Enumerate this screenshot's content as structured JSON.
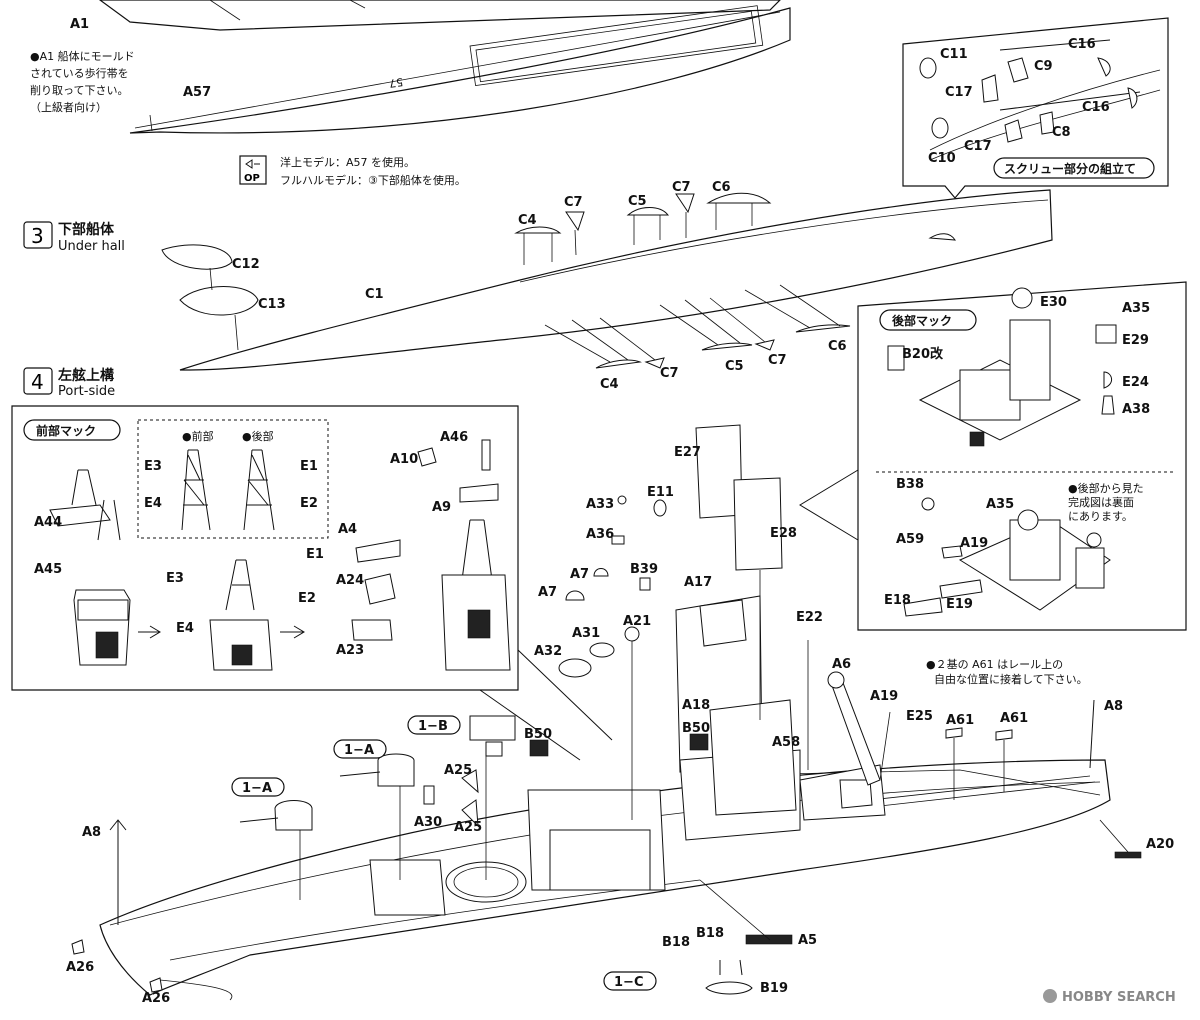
{
  "top_hull": {
    "label_a1": "A1",
    "label_a57": "A57",
    "hull_number": "57",
    "note_lines": [
      "●A1 船体にモールド",
      "されている歩行帯を",
      "削り取って下さい。",
      "（上級者向け）"
    ]
  },
  "option_note": {
    "icon_text": "OP",
    "line1": "洋上モデル：A57 を使用。",
    "line2": "フルハルモデル：③下部船体を使用。"
  },
  "screw_inset": {
    "title": "スクリュー部分の組立て",
    "labels": [
      "C11",
      "C16",
      "C9",
      "C17",
      "C16",
      "C8",
      "C10",
      "C17"
    ]
  },
  "step3": {
    "number": "3",
    "title_jp": "下部船体",
    "title_en": "Under hall",
    "labels": [
      "C12",
      "C13",
      "C1",
      "C4",
      "C7",
      "C5",
      "C7",
      "C6",
      "C4",
      "C7",
      "C5",
      "C7",
      "C6"
    ]
  },
  "step4": {
    "number": "4",
    "title_jp": "左舷上構",
    "title_en": "Port-side"
  },
  "fore_mast_inset": {
    "title": "前部マック",
    "front_label": "●前部",
    "rear_label": "●後部",
    "labels": [
      "E3",
      "E4",
      "E1",
      "E2",
      "A44",
      "A45",
      "E3",
      "E1",
      "E4",
      "E2",
      "A46",
      "A10",
      "A9",
      "A4",
      "A24",
      "A23"
    ]
  },
  "aft_mast_inset": {
    "title": "後部マック",
    "labels": [
      "E30",
      "A35",
      "E29",
      "B20改",
      "E24",
      "A38",
      "B38",
      "A35",
      "A59",
      "A19",
      "E18",
      "E19"
    ],
    "rear_view_note": [
      "●後部から見た",
      "完成図は裏面",
      "にあります。"
    ]
  },
  "main_assembly": {
    "labels": [
      "E27",
      "E28",
      "E11",
      "A33",
      "A36",
      "B39",
      "A7",
      "A7",
      "A17",
      "A21",
      "A31",
      "A32",
      "A18",
      "E22",
      "A6",
      "A19",
      "E25",
      "A61",
      "A61",
      "A8",
      "B50",
      "B50",
      "A58",
      "A25",
      "A30",
      "A25",
      "A8",
      "A26",
      "A26",
      "B18",
      "B18",
      "B19",
      "A5",
      "A20"
    ],
    "rail_note": [
      "●２基の A61 はレール上の",
      "自由な位置に接着して下さい。"
    ],
    "callouts": [
      "1−B",
      "1−A",
      "1−A",
      "1−C"
    ]
  },
  "watermark": "HOBBY SEARCH"
}
